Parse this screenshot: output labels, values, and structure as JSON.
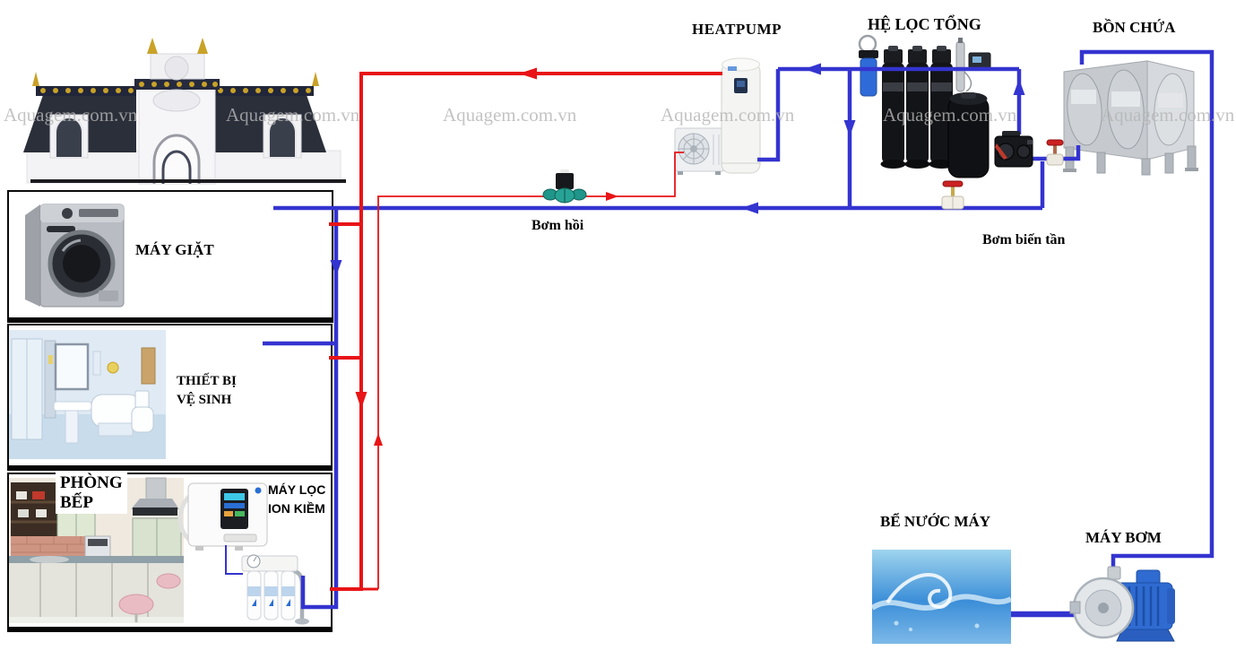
{
  "watermark": "Aquagem.com.vn",
  "colors": {
    "hot": "#e81417",
    "cold": "#3434d0"
  },
  "labels": {
    "heatpump": "HEATPUMP",
    "filter_system": "HỆ LỌC TỔNG",
    "storage_tank": "BỒN CHỨA",
    "return_pump": "Bơm hồi",
    "inverter_pump": "Bơm biến tần",
    "washing_machine": "MÁY GIẶT",
    "sanitary": [
      "THIẾT BỊ",
      "VỆ SINH"
    ],
    "kitchen": [
      "PHÒNG",
      "BẾP"
    ],
    "ion_filter": [
      "MÁY LỌC",
      "ION KIỀM"
    ],
    "water_tank": "BỂ NƯỚC MÁY",
    "supply_pump": "MÁY BƠM"
  }
}
